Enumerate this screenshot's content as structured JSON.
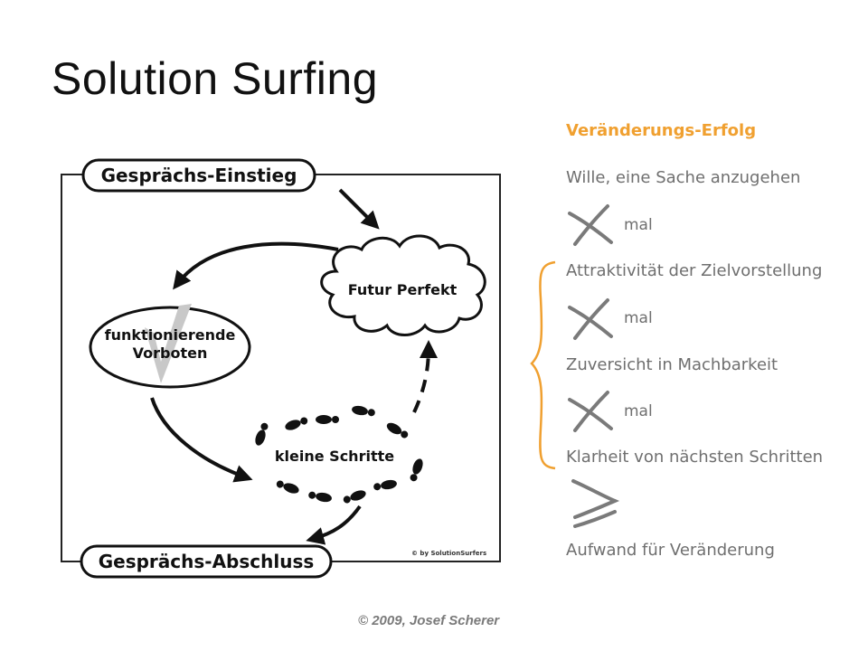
{
  "title": "Solution Surfing",
  "diagram": {
    "start_label": "Gesprächs-Einstieg",
    "future_label": "Futur Perfekt",
    "signs_label_line1": "funktionierende",
    "signs_label_line2": "Vorboten",
    "steps_label": "kleine Schritte",
    "end_label": "Gesprächs-Abschluss",
    "copyright": "© by SolutionSurfers"
  },
  "formula": {
    "heading": "Veränderungs-Erfolg",
    "factors": [
      "Wille, eine Sache anzugehen",
      "Attraktivität der Zielvorstellung",
      "Zuversicht in Machbarkeit",
      "Klarheit von nächsten Schritten"
    ],
    "multiply_label": "mal",
    "multiply_icon": "x-mark-icon",
    "compare_icon": "greater-equal-icon",
    "result": "Aufwand für Veränderung",
    "accent_color": "#f0a030",
    "text_color": "#6f6f6f",
    "mark_color": "#7a7a7a"
  },
  "footer": "© 2009, Josef Scherer"
}
